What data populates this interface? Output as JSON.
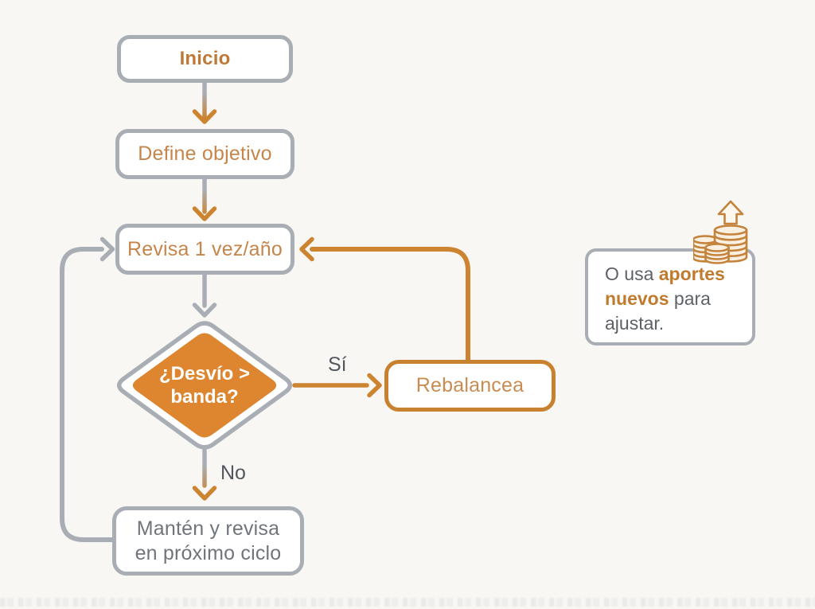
{
  "page": {
    "background": "#f8f7f4",
    "type": "flowchart-infographic"
  },
  "colors": {
    "gray_stroke": "#a9aeb5",
    "gray_text": "#70757c",
    "orange_stroke": "#cc8431",
    "orange_fill": "#dd862f",
    "orange_text": "#c6854a",
    "label_text": "#53575d"
  },
  "flowchart": {
    "nodes": {
      "inicio": {
        "label": "Inicio",
        "shape": "rounded-rect"
      },
      "define": {
        "label": "Define objetivo",
        "shape": "rounded-rect"
      },
      "revisa": {
        "label": "Revisa 1 vez/año",
        "shape": "rounded-rect"
      },
      "decision": {
        "line1": "¿Desvío >",
        "line2": "banda?",
        "shape": "diamond"
      },
      "rebalancea": {
        "label": "Rebalancea",
        "shape": "rounded-rect"
      },
      "manten": {
        "line1": "Mantén y revisa",
        "line2": "en próximo ciclo",
        "shape": "rounded-rect"
      }
    },
    "edges": {
      "yes_label": "Sí",
      "no_label": "No",
      "connections": [
        "inicio -> define",
        "define -> revisa",
        "revisa -> decision",
        "decision -> rebalancea (Sí)",
        "decision -> manten (No)",
        "rebalancea -> revisa (loop)",
        "manten -> revisa (loop)"
      ]
    }
  },
  "note": {
    "line1_normal": "O usa ",
    "line1_bold": "aportes",
    "line2_bold": "nuevos",
    "line2_normal": " para",
    "line3": "ajustar.",
    "icon": "coins-growth-icon"
  }
}
